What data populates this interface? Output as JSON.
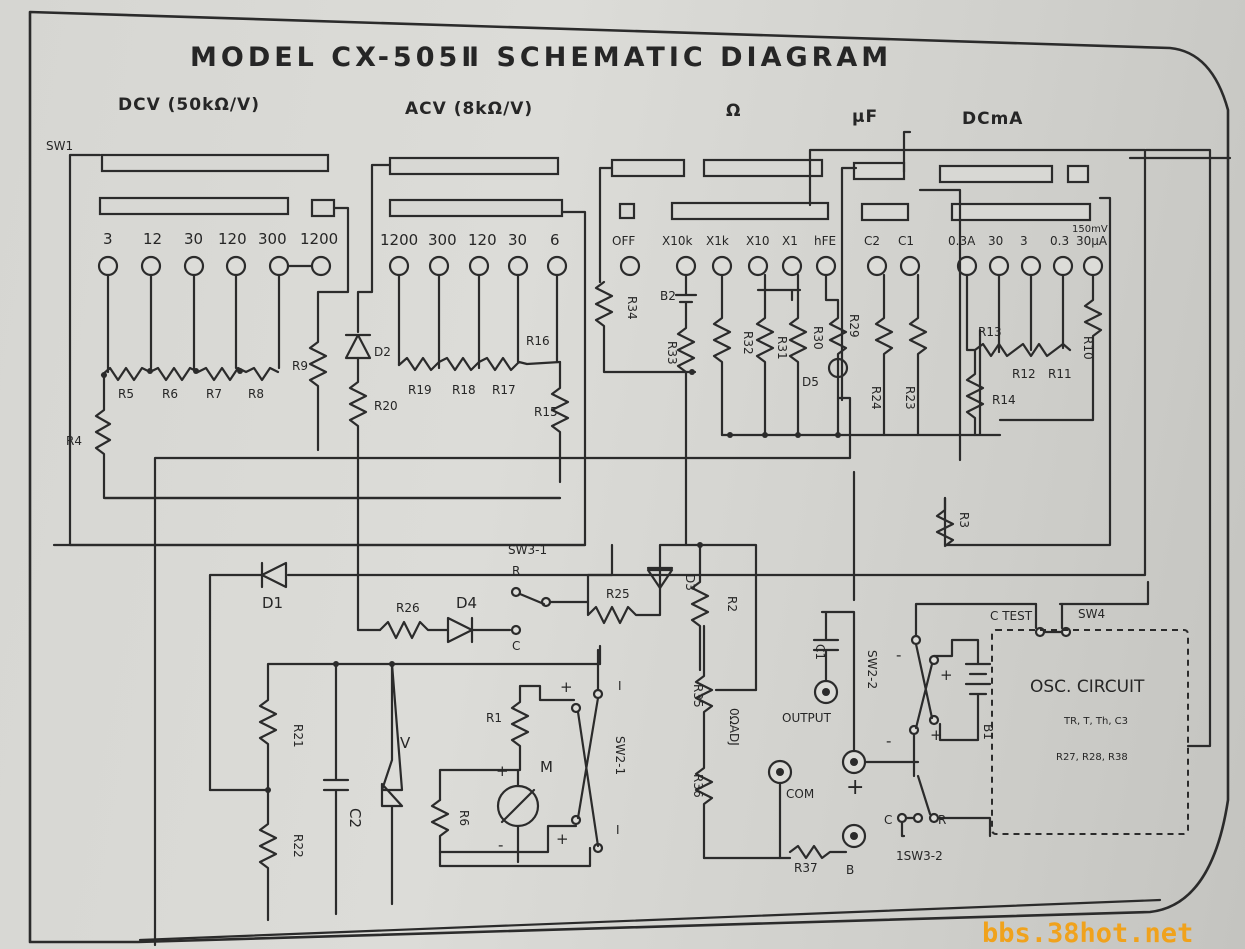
{
  "title": "MODEL  CX-505Ⅱ  SCHEMATIC  DIAGRAM",
  "range_headers": {
    "dcv": "DCV (50kΩ/V)",
    "acv": "ACV (8kΩ/V)",
    "ohm": "Ω",
    "uf": "µF",
    "dcma": "DCmA"
  },
  "labels": {
    "sw1": "SW1",
    "dcv_ranges": [
      "3",
      "12",
      "30",
      "120",
      "300",
      "1200"
    ],
    "acv_ranges": [
      "1200",
      "300",
      "120",
      "30",
      "6"
    ],
    "ohm_ranges": [
      "OFF",
      "X10k",
      "X1k",
      "X10",
      "X1",
      "hFE"
    ],
    "uf_ranges": [
      "C2",
      "C1"
    ],
    "dcma_ranges": [
      "0.3A",
      "30",
      "3",
      "0.3",
      "30µA"
    ],
    "dcma_top": "150mV",
    "dcv_resistors": [
      "R5",
      "R6",
      "R7",
      "R8"
    ],
    "acv_resistors": [
      "R19",
      "R18",
      "R17"
    ],
    "r16": "R16",
    "r15": "R15",
    "r4": "R4",
    "r9": "R9",
    "r20": "R20",
    "d2": "D2",
    "r34": "R34",
    "b2": "B2",
    "r33": "R33",
    "r32": "R32",
    "r31": "R31",
    "r30": "R30",
    "r29": "R29",
    "d5": "D5",
    "r24": "R24",
    "r23": "R23",
    "r13": "R13",
    "r12": "R12",
    "r11": "R11",
    "r10": "R10",
    "r14": "R14",
    "r3": "R3",
    "sw3_1": "SW3-1",
    "d1": "D1",
    "d4": "D4",
    "d3": "D3",
    "r26": "R26",
    "r25": "R25",
    "r2": "R2",
    "sw_r": "R",
    "sw_c": "C",
    "c1": "C1",
    "output": "OUTPUT",
    "sw2_2": "SW2-2",
    "c_test": "C TEST",
    "sw4": "SW4",
    "osc_title": "OSC. CIRCUIT",
    "osc_line1": "TR, T, Th, C3",
    "osc_line2": "R27, R28, R38",
    "b1": "B1",
    "r21": "R21",
    "r22": "R22",
    "c2": "C2",
    "v": "V",
    "r1": "R1",
    "m": "M",
    "r6b": "R6",
    "sw2_1": "SW2-1",
    "r35": "R35",
    "ohm_adj": "0ΩADJ",
    "r36": "R36",
    "com": "COM",
    "r37": "R37",
    "b": "B",
    "sw3_2": "1SW3-2",
    "plus": "+",
    "minus": "-",
    "one": "I"
  },
  "watermark": "bbs.38hot.net"
}
